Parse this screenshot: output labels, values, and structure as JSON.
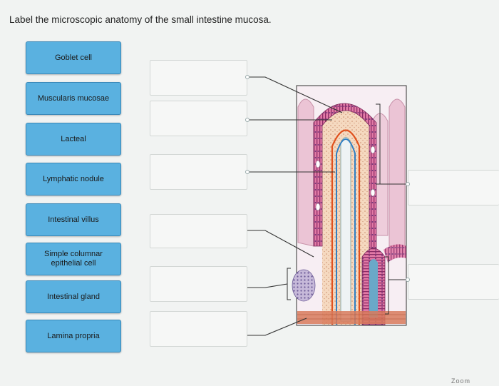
{
  "question": {
    "title": "Label the microscopic anatomy of the small intestine mucosa."
  },
  "labels": [
    "Goblet cell",
    "Muscularis mucosae",
    "Lacteal",
    "Lymphatic nodule",
    "Intestinal villus",
    "Simple columnar epithelial cell",
    "Intestinal gland",
    "Lamina propria"
  ],
  "footer": {
    "partial": "Zoom"
  },
  "colors": {
    "button_fill": "#5ab1e0",
    "button_border": "#3a88b8",
    "leader_line": "#333333"
  }
}
